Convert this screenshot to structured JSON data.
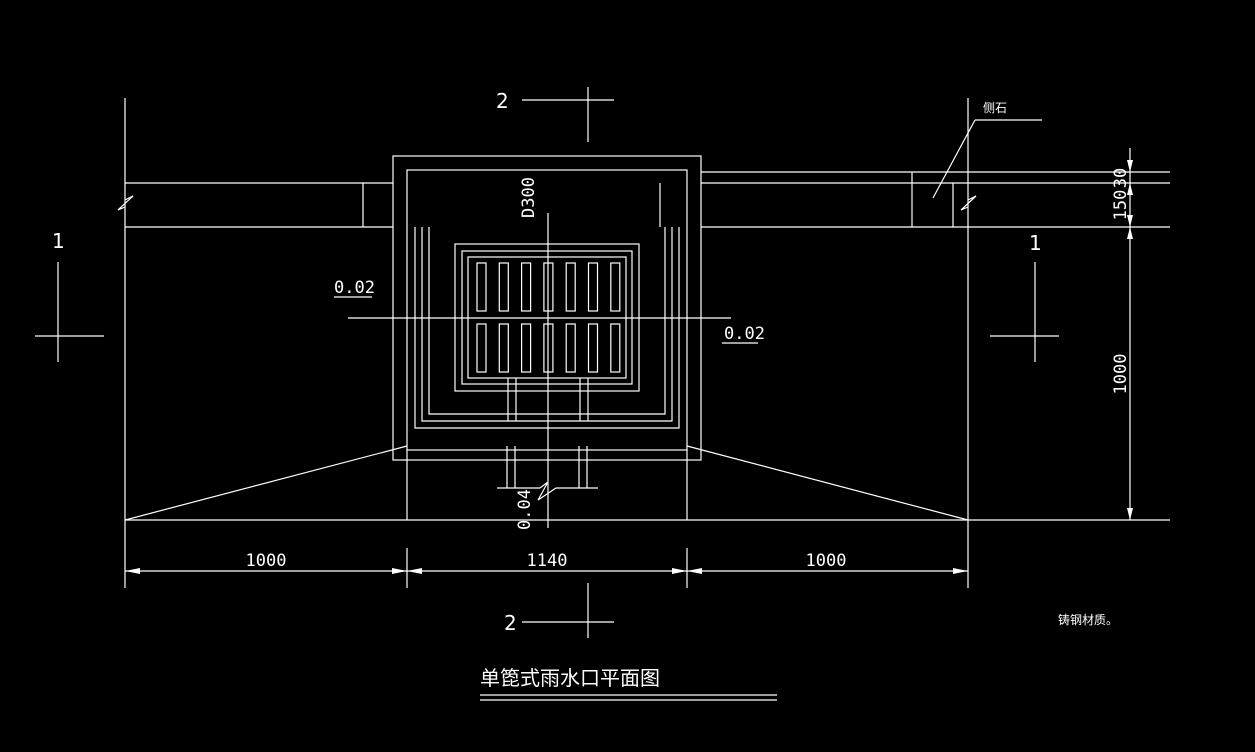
{
  "drawing": {
    "title": "单箆式雨水口平面图",
    "note": "铸钢材质。",
    "curb_label": "侧石",
    "pipe_label": "D300",
    "section_marks": {
      "section_1": "1",
      "section_2": "2"
    },
    "slopes": {
      "left": "0.02",
      "right": "0.02",
      "bottom": "0.04"
    },
    "dimensions_horizontal": [
      "1000",
      "1140",
      "1000"
    ],
    "dimensions_vertical": [
      "30",
      "150",
      "1000"
    ]
  }
}
